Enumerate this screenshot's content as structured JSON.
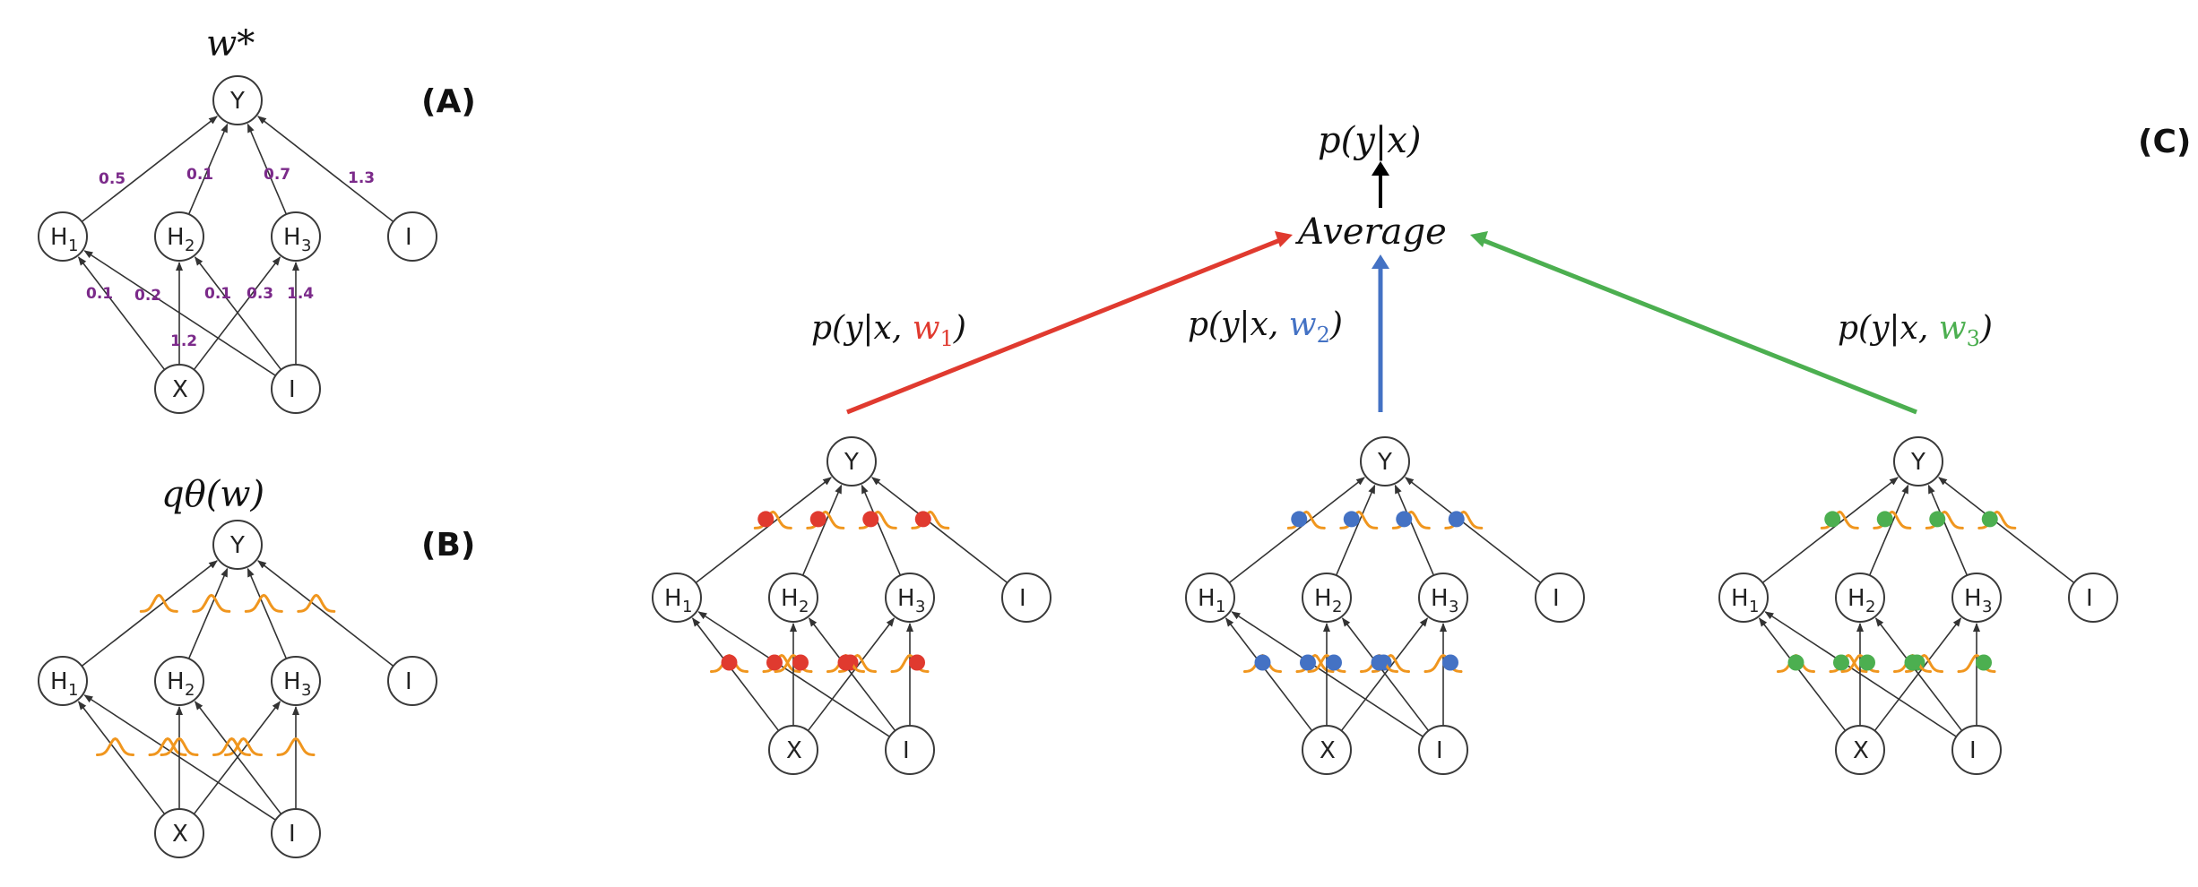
{
  "panels": {
    "a": {
      "tag": "(A)",
      "title": "w*"
    },
    "b": {
      "tag": "(B)",
      "title": "qθ(w)"
    },
    "c": {
      "tag": "(C)"
    }
  },
  "node_labels": {
    "y": "Y",
    "h": "H",
    "h1_sub": "1",
    "h2_sub": "2",
    "h3_sub": "3",
    "x": "X",
    "bias": "I"
  },
  "weights": {
    "y_h1": "0.5",
    "y_h2": "0.1",
    "y_h3": "0.7",
    "y_bias": "1.3",
    "h1_x": "0.1",
    "h1_bias": "0.2",
    "h2_x": "1.2",
    "h3_x": "0.1",
    "h2_bias": "0.3",
    "h3_bias": "1.4"
  },
  "ensemble": {
    "output_text": "p(y|x)",
    "average_text": "Average",
    "branches": [
      {
        "prefix": "p(y|x, ",
        "weight": "w",
        "sub": "1",
        "suffix": ")",
        "color": "#e03a2f"
      },
      {
        "prefix": "p(y|x, ",
        "weight": "w",
        "sub": "2",
        "suffix": ")",
        "color": "#4472c4"
      },
      {
        "prefix": "p(y|x, ",
        "weight": "w",
        "sub": "3",
        "suffix": ")",
        "color": "#4caf50"
      }
    ]
  },
  "colors": {
    "distribution": "#f0961e",
    "weight_label": "#7b2a8a"
  }
}
